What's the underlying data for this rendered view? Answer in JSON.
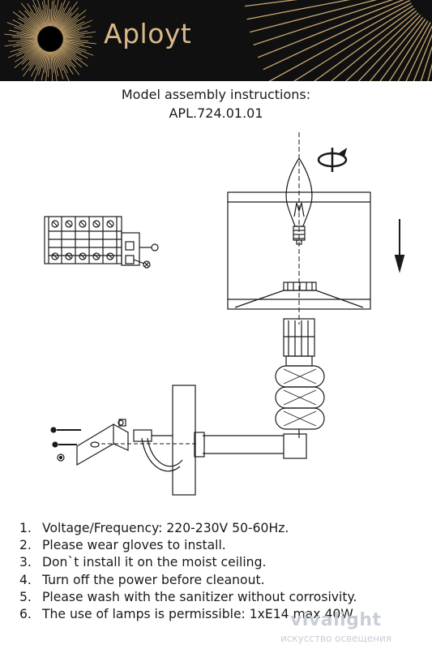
{
  "header": {
    "brand": "Aployt",
    "colors": {
      "background": "#101010",
      "gold": "#d9b98a"
    }
  },
  "document": {
    "title_line1": "Model assembly instructions:",
    "title_line2": "APL.724.01.01"
  },
  "diagram": {
    "icons": [
      "sun-logo-icon",
      "rotate-icon",
      "down-arrow-icon",
      "terminal-block-icon",
      "lamp-shade-icon",
      "bulb-icon",
      "mounting-bracket-icon"
    ]
  },
  "instructions": [
    {
      "num": "1.",
      "text": "Voltage/Frequency: 220-230V 50-60Hz."
    },
    {
      "num": "2.",
      "text": "Please wear gloves to install."
    },
    {
      "num": "3.",
      "text": "Don`t install it on the moist ceiling."
    },
    {
      "num": "4.",
      "text": "Turn off the power before cleanout."
    },
    {
      "num": "5.",
      "text": "Please wash with the sanitizer without corrosivity."
    },
    {
      "num": "6.",
      "text": "The use of lamps is permissible: 1xE14 max 40W."
    }
  ],
  "watermark": {
    "name": "vivalight",
    "subtitle": "искусство освещения"
  }
}
